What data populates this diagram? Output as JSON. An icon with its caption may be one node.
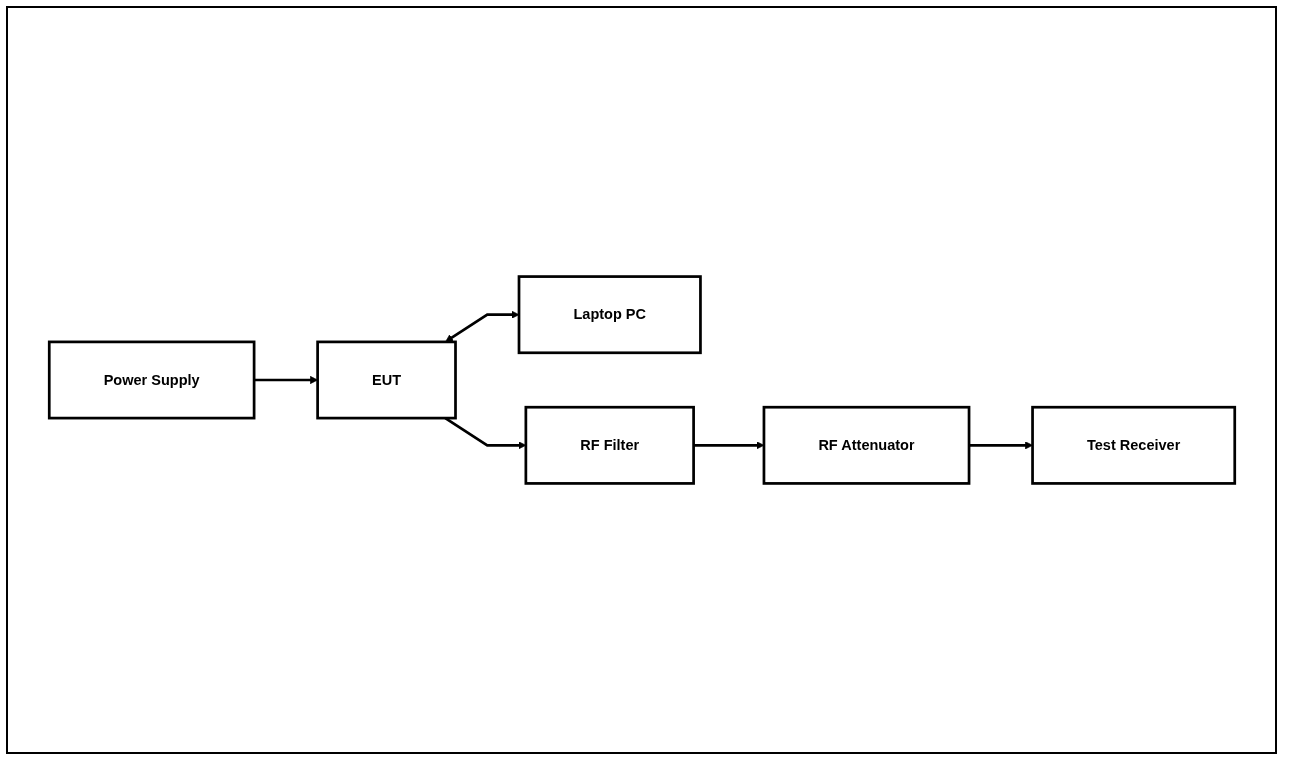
{
  "diagram": {
    "nodes": [
      {
        "text": [
          "Laptop PC"
        ]
      },
      {
        "text": [
          "Power Supply"
        ]
      },
      {
        "text": [
          "EUT"
        ]
      },
      {
        "text": [
          "RF Filter"
        ]
      },
      {
        "text": [
          "RF Attenuator"
        ]
      },
      {
        "text": [
          "Test Receiver"
        ]
      }
    ],
    "edges": [
      {
        "from": 2,
        "to": 0,
        "arrow": "both"
      },
      {
        "from": 1,
        "to": 2,
        "arrow": "to"
      },
      {
        "from": 2,
        "to": 3,
        "arrow": "to"
      },
      {
        "from": 3,
        "to": 4,
        "arrow": "to"
      },
      {
        "from": 4,
        "to": 5,
        "arrow": "to"
      }
    ]
  }
}
